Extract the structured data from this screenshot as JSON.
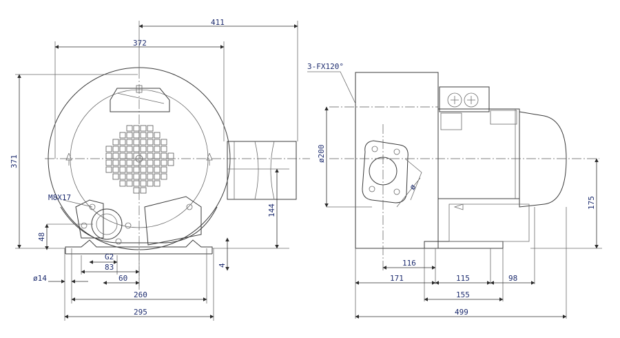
{
  "front_view": {
    "dims": {
      "width_411": "411",
      "width_372": "372",
      "height_371": "371",
      "thread": "M8X17",
      "h_48": "48",
      "pipe": "G2",
      "d_83": "83",
      "d_60": "60",
      "hole": "ø14",
      "d_260": "260",
      "d_295": "295",
      "h_144": "144",
      "h_4": "4"
    }
  },
  "side_view": {
    "dims": {
      "flange": "3-FX120°",
      "dia_200": "ø200",
      "phi": "ø",
      "d_116": "116",
      "d_171": "171",
      "d_115": "115",
      "d_98": "98",
      "d_155": "155",
      "d_499": "499",
      "h_175": "175"
    }
  },
  "colors": {
    "line": "#3a3a3a",
    "label": "#1c2b6e"
  }
}
